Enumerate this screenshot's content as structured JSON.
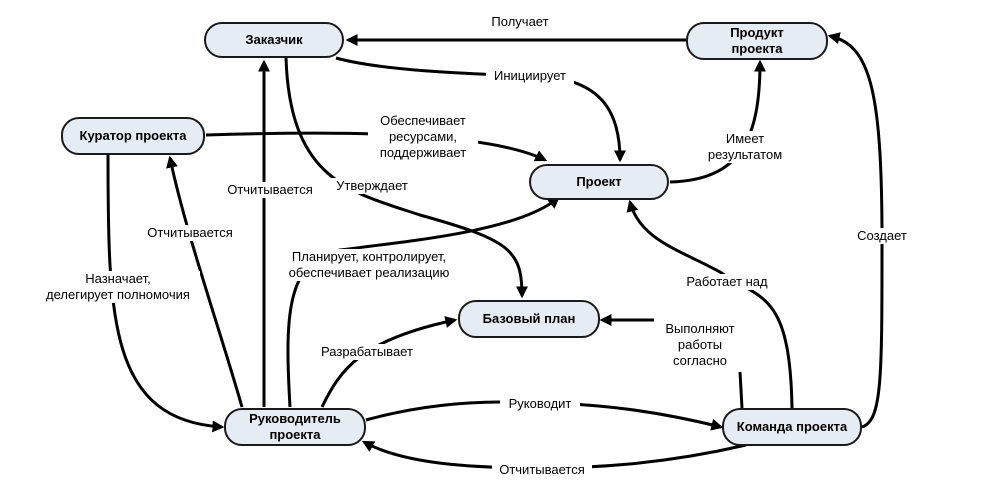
{
  "nodes": {
    "customer": "Заказчик",
    "product": "Продукт\nпроекта",
    "sponsor": "Куратор проекта",
    "project": "Проект",
    "baseline": "Базовый план",
    "manager": "Руководитель\nпроекта",
    "team": "Команда проекта"
  },
  "edges": {
    "receives": "Получает",
    "initiates": "Инициирует",
    "provides": "Обеспечивает\nресурсами,\nподдерживает",
    "has_result": "Имеет\nрезультатом",
    "reports_pm_customer": "Отчитывается",
    "approves": "Утверждает",
    "reports_pm_sponsor": "Отчитывается",
    "creates": "Создает",
    "plans": "Планирует, контролирует,\nобеспечивает реализацию",
    "appoints": "Назначает,\nделегирует полномочия",
    "works_on": "Работает над",
    "perform_per": "Выполняют\nработы\nсогласно",
    "develops": "Разрабатывает",
    "leads": "Руководит",
    "reports_team": "Отчитывается"
  },
  "colors": {
    "node_fill": "#e6ecf3",
    "stroke": "#000000"
  }
}
